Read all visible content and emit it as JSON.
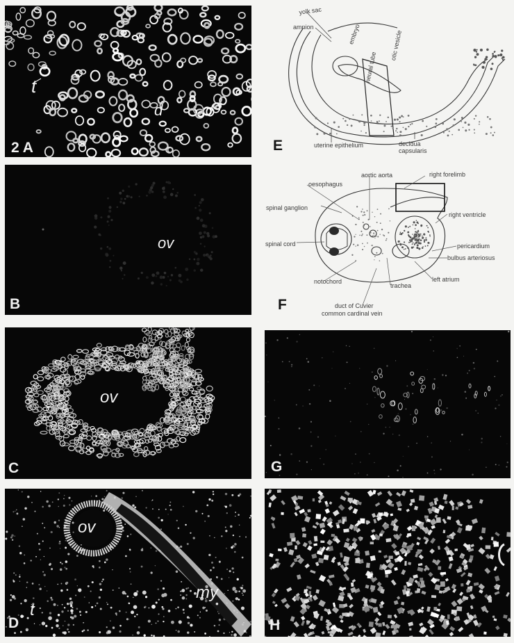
{
  "panels": [
    {
      "id": "A",
      "label": "2 A",
      "annotations": [
        "t",
        "d"
      ]
    },
    {
      "id": "B",
      "label": "B",
      "annotations": [
        "ov"
      ]
    },
    {
      "id": "C",
      "label": "C",
      "annotations": [
        "ov"
      ]
    },
    {
      "id": "D",
      "label": "D",
      "annotations": [
        "ov",
        "my",
        "t"
      ]
    },
    {
      "id": "E",
      "label": "E",
      "labels": [
        "yolk sac",
        "amnion",
        "embryo",
        "neural tube",
        "otic vesicle",
        "uterine epithelium",
        "decidua capsularis"
      ]
    },
    {
      "id": "F",
      "label": "F",
      "labels": [
        "aortic aorta",
        "oesophagus",
        "right forelimb",
        "spinal ganglion",
        "right ventricle",
        "spinal cord",
        "pericardium",
        "bulbus arteriosus",
        "left atrium",
        "notochord",
        "trachea",
        "duct of Cuvier",
        "common cardinal vein"
      ]
    },
    {
      "id": "G",
      "label": "G"
    },
    {
      "id": "H",
      "label": "H"
    }
  ]
}
